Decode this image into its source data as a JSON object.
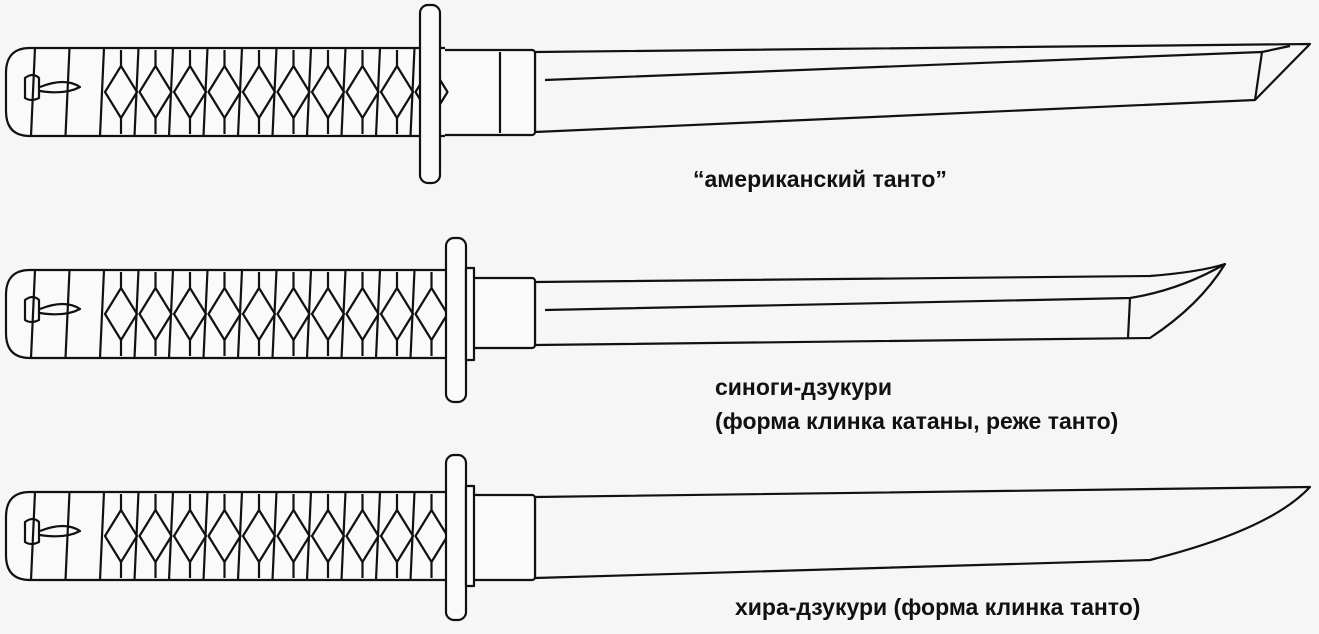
{
  "knives": [
    {
      "label": "“американский танто”"
    },
    {
      "label": "синоги-дзукури",
      "sublabel": "(форма клинка катаны, реже танто)"
    },
    {
      "label": "хира-дзукури (форма клинка танто)"
    }
  ],
  "colors": {
    "line": "#111111",
    "background": "#f6f6f6"
  }
}
